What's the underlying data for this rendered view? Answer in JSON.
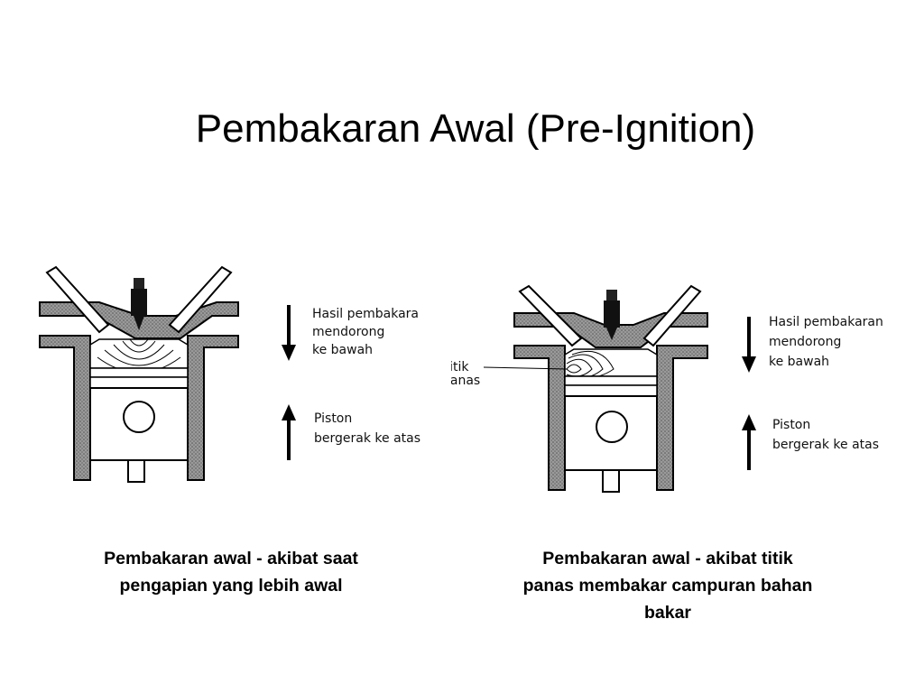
{
  "slide": {
    "title": "Pembakaran Awal (Pre-Ignition)"
  },
  "diagram_left": {
    "arrow_down_label": [
      "Hasil pembakara",
      "mendorong",
      "ke bawah"
    ],
    "arrow_up_label": [
      "Piston",
      "bergerak ke atas"
    ]
  },
  "diagram_right": {
    "hotspot_label": [
      "Titik",
      "panas"
    ],
    "arrow_down_label": [
      "Hasil pembakaran",
      "mendorong",
      "ke bawah"
    ],
    "arrow_up_label": [
      "Piston",
      "bergerak ke atas"
    ]
  },
  "captions": {
    "left": [
      "Pembakaran awal - akibat saat",
      "pengapian yang  lebih awal"
    ],
    "right": [
      "Pembakaran awal -  akibat titik",
      "panas membakar campuran bahan",
      "bakar"
    ]
  }
}
